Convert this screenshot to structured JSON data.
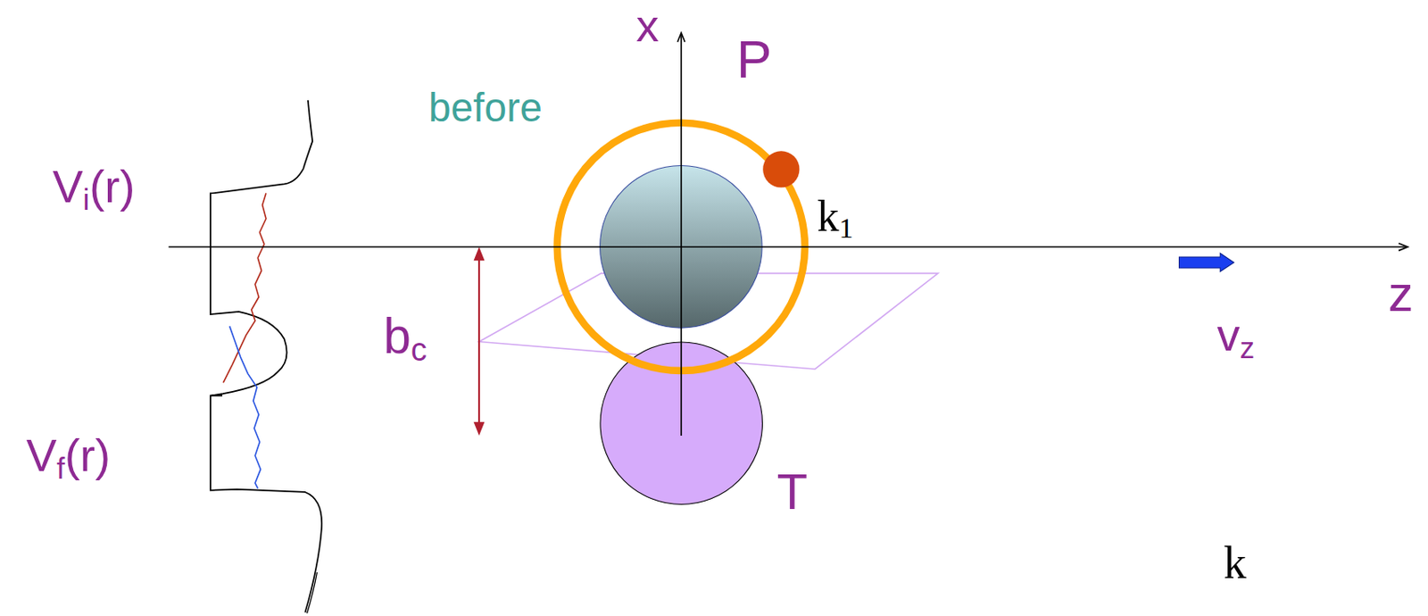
{
  "diagram": {
    "nodes": [
      {
        "text": [
          "P"
        ]
      },
      {
        "text": [
          "T"
        ]
      }
    ],
    "labels": [
      "Vi(r)",
      "before",
      "x",
      "k1",
      "bc",
      "z",
      "vz",
      "Vf(r)",
      "k"
    ]
  }
}
